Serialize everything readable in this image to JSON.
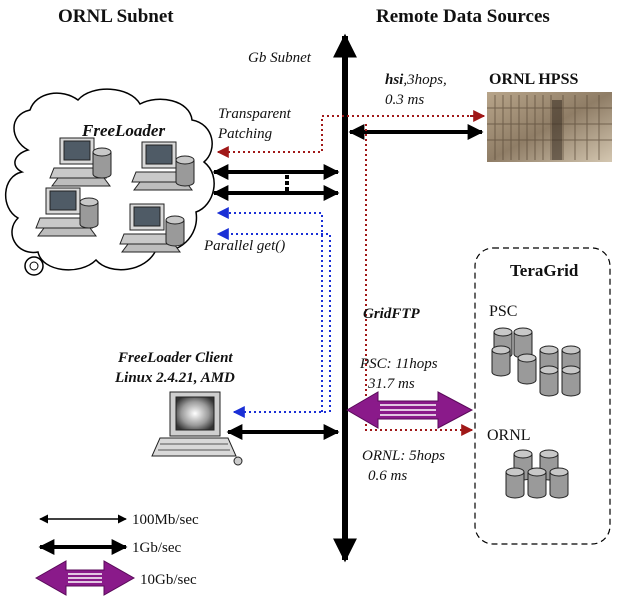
{
  "headers": {
    "left": "ORNL Subnet",
    "right": "Remote Data Sources"
  },
  "labels": {
    "gb_subnet": "Gb Subnet",
    "hsi_bold": "hsi",
    "hsi_rest": ",3hops,",
    "hsi_latency": "0.3 ms",
    "ornl_hpss": "ORNL HPSS",
    "transparent": "Transparent",
    "patching": "Patching",
    "freeloader": "FreeLoader",
    "parallel_get": "Parallel get()",
    "gridftp": "GridFTP",
    "client_line1": "FreeLoader Client",
    "client_line2": "Linux 2.4.21, AMD",
    "psc_hops": "PSC: 11hops",
    "psc_latency": "31.7 ms",
    "ornl_hops": "ORNL: 5hops",
    "ornl_latency": "0.6 ms",
    "teragrid": "TeraGrid",
    "psc": "PSC",
    "ornl": "ORNL"
  },
  "legend": [
    {
      "label": "100Mb/sec",
      "style": "thin-black-arrow"
    },
    {
      "label": "1Gb/sec",
      "style": "thick-black-arrow"
    },
    {
      "label": "10Gb/sec",
      "style": "purple-double-arrow"
    }
  ],
  "colors": {
    "bus": "#000000",
    "dotted_red": "#a01818",
    "dotted_blue": "#1a2fd6",
    "ten_gig": "#8a1a8a"
  },
  "icons": [
    "workstation-icon",
    "disk-cylinder-icon",
    "laptop-icon",
    "tape-library-photo",
    "cloud-shape"
  ]
}
